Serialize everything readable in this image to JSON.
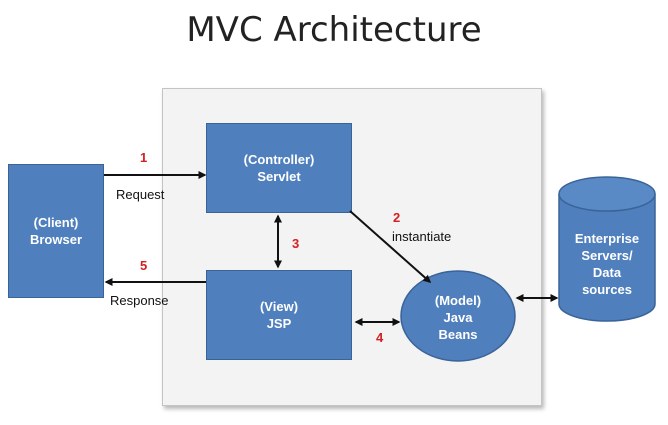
{
  "title": "MVC Architecture",
  "nodes": {
    "browser": {
      "line1": "(Client)",
      "line2": "Browser"
    },
    "controller": {
      "line1": "(Controller)",
      "line2": "Servlet"
    },
    "view": {
      "line1": "(View)",
      "line2": "JSP"
    },
    "model": {
      "line1": "(Model)",
      "line2": "Java",
      "line3": "Beans"
    },
    "enterprise": {
      "line1": "Enterprise",
      "line2": "Servers/",
      "line3": "Data",
      "line4": "sources"
    }
  },
  "steps": {
    "s1": {
      "num": "1",
      "label": "Request"
    },
    "s2": {
      "num": "2",
      "label": "instantiate"
    },
    "s3": {
      "num": "3"
    },
    "s4": {
      "num": "4"
    },
    "s5": {
      "num": "5",
      "label": "Response"
    }
  },
  "colors": {
    "box_fill": "#4f7fbd",
    "box_border": "#3a6398",
    "step_number": "#d42020",
    "container_bg": "#f3f3f3"
  }
}
